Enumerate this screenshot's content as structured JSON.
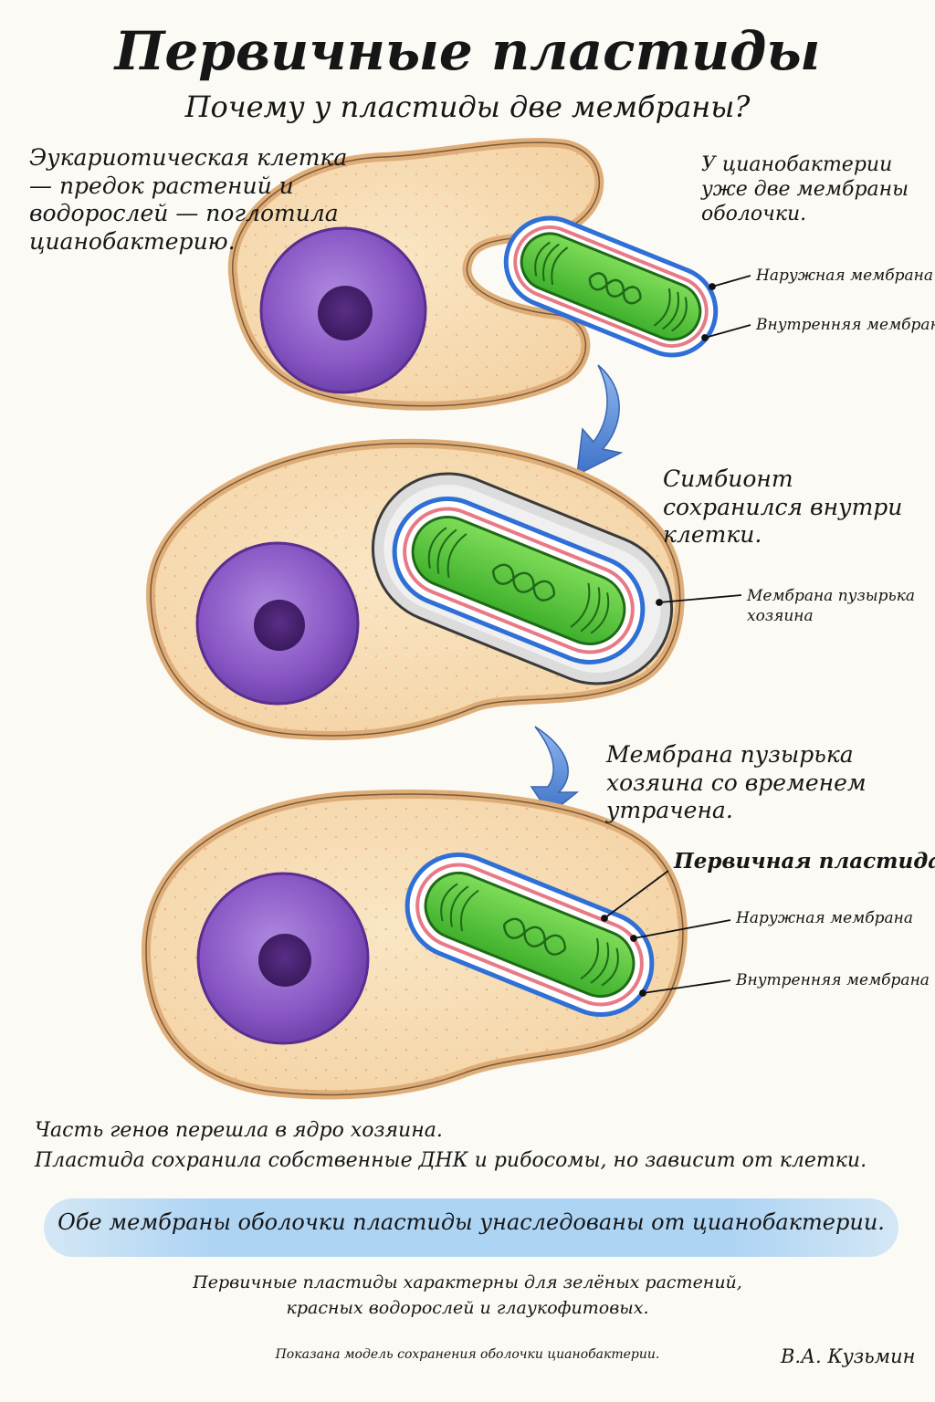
{
  "title": "Первичные пластиды",
  "subtitle": "Почему у пластиды две мембраны?",
  "stage1": {
    "caption_left": "Эукариотическая клетка — предок растений и водорослей — поглотила цианобактерию.",
    "caption_right": "У цианобактерии уже две мембраны оболочки.",
    "label_outer": "Наружная мембрана",
    "label_inner": "Внутренняя мембрана"
  },
  "stage2": {
    "caption": "Симбионт сохранился внутри клетки.",
    "label_vesicle": "Мембрана пузырька хозяина"
  },
  "stage3": {
    "caption": "Мембрана пузырька хозяина со временем утрачена.",
    "label_primary": "Первичная пластида.",
    "label_outer": "Наружная мембрана",
    "label_inner": "Внутренняя мембрана"
  },
  "bottom": {
    "line1": "Часть генов перешла в ядро хозяина.",
    "line2": "Пластида сохранила собственные ДНК и рибосомы, но зависит от клетки."
  },
  "highlight": "Обе мембраны оболочки пластиды унаследованы от цианобактерии.",
  "note": {
    "line1": "Первичные пластиды характерны для зелёных растений,",
    "line2": "красных водорослей и глаукофитовых."
  },
  "footnote": "Показана модель сохранения оболочки цианобактерии.",
  "signature": "В.А. Кузьмин",
  "colors": {
    "cytoplasm": "#f7dfb7",
    "cell_outline": "#e0b07a",
    "nucleus": "#8a5ac8",
    "nucleolus": "#4a2470",
    "plastid_green": "#58c83c",
    "outer_membrane": "#2f6fd6",
    "inner_membrane": "#e87a86",
    "vesicle_membrane": "#7a7a7a",
    "arrow": "#4f82d0"
  },
  "icons": [
    "down-arrow-icon",
    "dna-icon",
    "thylakoid-icon"
  ]
}
